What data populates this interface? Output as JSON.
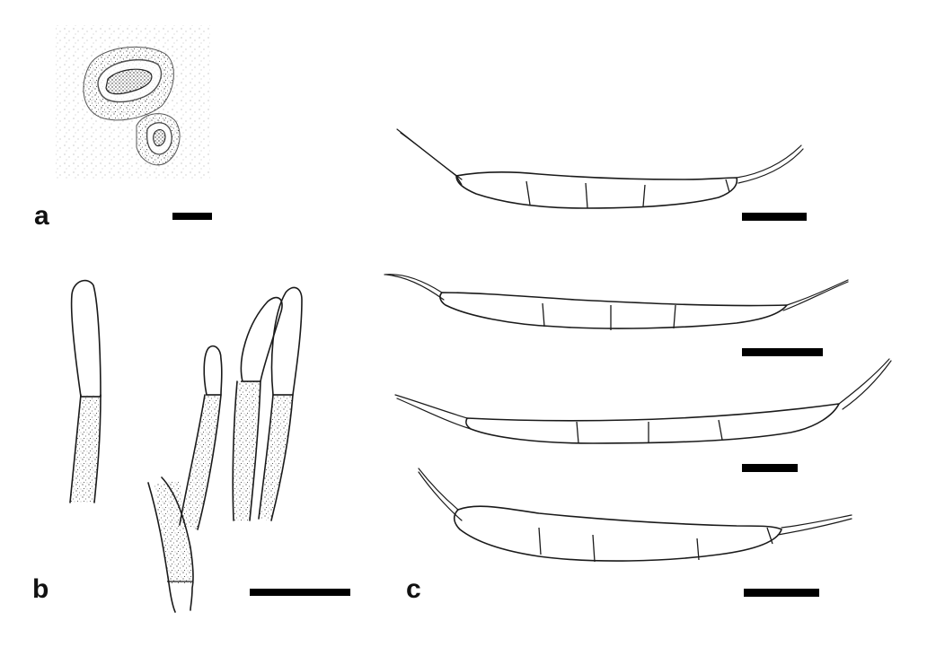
{
  "panels": {
    "a": {
      "label": "a"
    },
    "b": {
      "label": "b"
    },
    "c": {
      "label": "c"
    }
  }
}
